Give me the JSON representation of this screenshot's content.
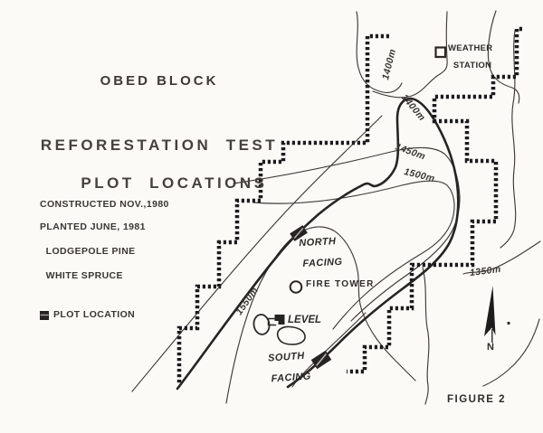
{
  "header": {
    "block_title": "OBED BLOCK",
    "title_line1": "REFORESTATION  TEST",
    "title_line2": "PLOT  LOCATIONS"
  },
  "info": {
    "constructed": "CONSTRUCTED NOV.,1980",
    "planted1": "PLANTED JUNE, 1981",
    "planted2": "LODGEPOLE PINE",
    "planted3": "WHITE SPRUCE"
  },
  "legend": {
    "label": "PLOT LOCATION"
  },
  "map": {
    "weather1": "WEATHER",
    "weather2": "STATION",
    "north1": "NORTH",
    "north2": "FACING",
    "fire_tower": "FIRE TOWER",
    "level": "LEVEL",
    "south1": "SOUTH",
    "south2": "FACING"
  },
  "contours": {
    "c1400a": "1400m",
    "c1400b": "1400m",
    "c1450": "1450m",
    "c1500": "1500m",
    "c1550": "1550m",
    "c1350": "1350m"
  },
  "compass": {
    "n": "N"
  },
  "caption": {
    "text": "FIGURE 2"
  },
  "colors": {
    "ink": "#2e2b28",
    "paper": "#fbfaf7",
    "boundary": "#1c1c1c"
  }
}
